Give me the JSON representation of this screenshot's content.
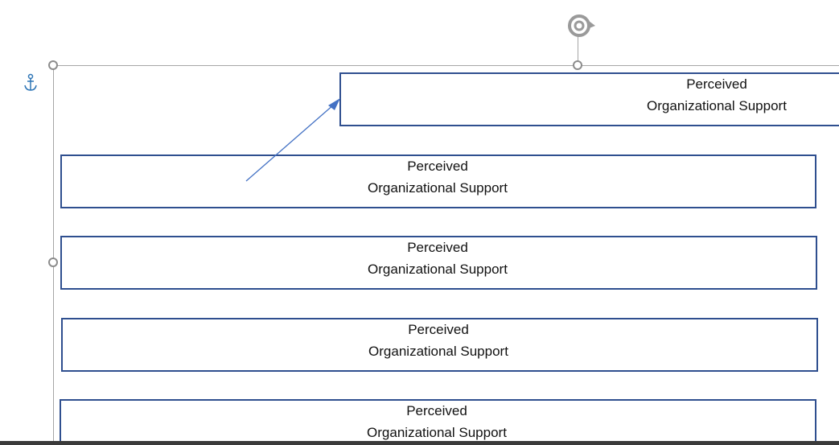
{
  "icons": {
    "rotate": "rotate-handle-icon",
    "anchor": "anchor-icon"
  },
  "colors": {
    "shape_border": "#2f4f8f",
    "connector": "#4472c4",
    "selection": "#a6a6a6",
    "handle": "#8c8c8c",
    "anchor": "#2e75b6"
  },
  "shapes": [
    {
      "line1": "Perceived",
      "line2": "Organizational Support"
    },
    {
      "line1": "Perceived",
      "line2": "Organizational Support"
    },
    {
      "line1": "Perceived",
      "line2": "Organizational Support"
    },
    {
      "line1": "Perceived",
      "line2": "Organizational Support"
    },
    {
      "line1": "Perceived",
      "line2": "Organizational Support"
    }
  ]
}
